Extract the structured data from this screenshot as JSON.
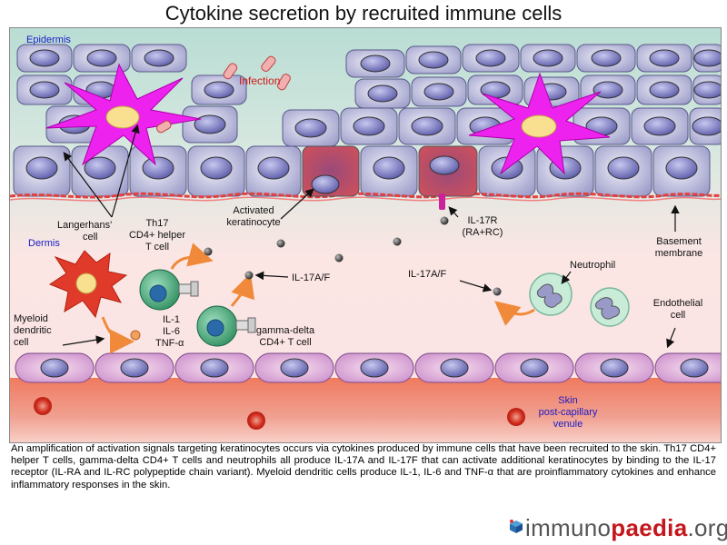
{
  "title": "Cytokine secretion by recruited immune cells",
  "labels": {
    "epidermis": "Epidermis",
    "dermis": "Dermis",
    "infection": "Infection",
    "langerhans_1": "Langerhans'",
    "langerhans_2": "cell",
    "th17_1": "Th17",
    "th17_2": "CD4+ helper",
    "th17_3": "T cell",
    "activated_1": "Activated",
    "activated_2": "keratinocyte",
    "il17r_1": "IL-17R",
    "il17r_2": "(RA+RC)",
    "basement_1": "Basement",
    "basement_2": "membrane",
    "il17af_left": "IL-17A/F",
    "il17af_right": "IL-17A/F",
    "neutrophil": "Neutrophil",
    "myeloid_1": "Myeloid",
    "myeloid_2": "dendritic",
    "myeloid_3": "cell",
    "cyto_1": "IL-1",
    "cyto_2": "IL-6",
    "cyto_3": "TNF-α",
    "gd_1": "gamma-delta",
    "gd_2": "CD4+ T cell",
    "endothelial_1": "Endothelial",
    "endothelial_2": "cell",
    "skin_1": "Skin",
    "skin_2": "post-capillary",
    "skin_3": "venule"
  },
  "caption": "An amplification of activation signals targeting keratinocytes occurs via cytokines produced by immune cells that have been recruited to the skin. Th17 CD4+ helper T cells, gamma-delta CD4+ T cells and neutrophils all produce IL-17A and IL-17F that can activate additional keratinocytes by binding to the IL-17 receptor  (IL-RA and IL-RC polypeptide chain variant). Myeloid dendritic cells produce IL-1, IL-6 and TNF-α  that are proinflammatory cytokines and enhance inflammatory responses in the skin.",
  "logo": {
    "part1": "immuno",
    "part2": "paedia",
    "part3": ".org"
  },
  "colors": {
    "epidermis_bg": "#b9ddd4",
    "dermis_bg": "#fbe3e3",
    "keratinocyte_fill": "#dcdcf0",
    "nucleus": "#8888c8",
    "langerhans": "#ee22ee",
    "activated_keratinocyte": "#c84c5a",
    "venule": "#e8604c",
    "myeloid": "#e03a2a",
    "t_cell": "#3a9a6a",
    "arrow": "#f08a3a",
    "label_blue": "#1b1bc8",
    "label_red": "#d01818"
  }
}
